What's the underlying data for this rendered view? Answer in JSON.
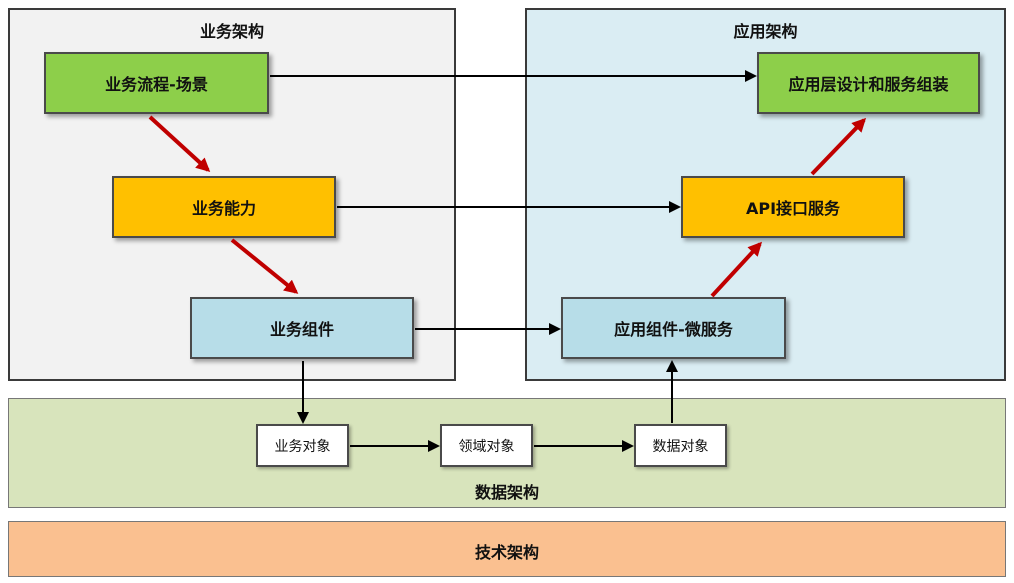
{
  "business_arch": {
    "title": "业务架构"
  },
  "app_arch": {
    "title": "应用架构"
  },
  "data_arch": {
    "title": "数据架构"
  },
  "tech_arch": {
    "title": "技术架构"
  },
  "nodes": {
    "biz_flow": "业务流程-场景",
    "biz_ability": "业务能力",
    "biz_component": "业务组件",
    "app_layer": "应用层设计和服务组装",
    "api_service": "API接口服务",
    "app_component": "应用组件-微服务",
    "biz_object": "业务对象",
    "domain_object": "领域对象",
    "data_object": "数据对象"
  },
  "colors": {
    "green": "#8dcf4a",
    "orange": "#ffc000",
    "light_blue": "#b7dde8",
    "business_panel_bg": "#f2f2f2",
    "app_panel_bg": "#daedf3",
    "data_panel_bg": "#d8e4bc",
    "tech_panel_bg": "#fac090",
    "red_arrow": "#c00000"
  }
}
